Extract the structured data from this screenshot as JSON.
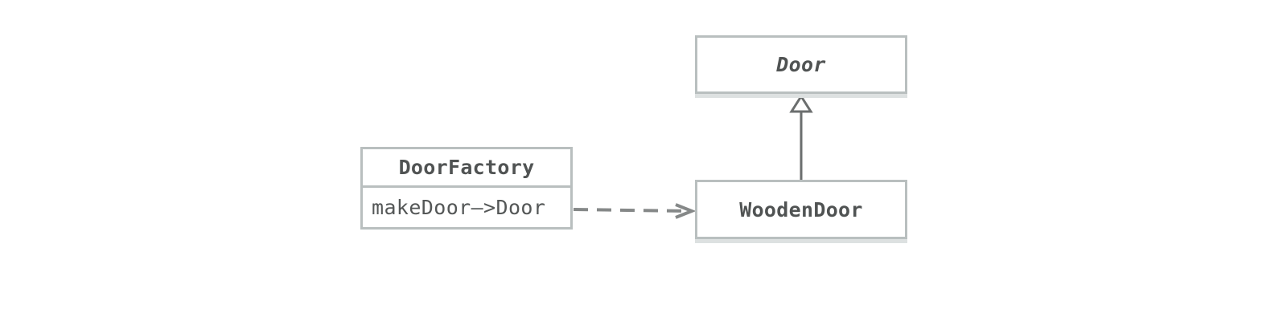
{
  "diagram": {
    "classes": {
      "door": {
        "name": "Door",
        "abstract": true
      },
      "wooden_door": {
        "name": "WoodenDoor"
      },
      "door_factory": {
        "name": "DoorFactory",
        "methods": [
          "makeDoor–>Door"
        ]
      }
    },
    "relations": [
      {
        "from": "WoodenDoor",
        "to": "Door",
        "kind": "generalization",
        "line": "solid",
        "arrowhead": "hollow-triangle"
      },
      {
        "from": "DoorFactory",
        "to": "WoodenDoor",
        "kind": "dependency",
        "line": "dashed",
        "arrowhead": "open"
      }
    ],
    "colors": {
      "box_border": "#b9bfbf",
      "box_shadow": "#dde1e1",
      "text": "#505353",
      "inheritance_line": "#6b6e6e",
      "dependency_line": "#858888"
    }
  }
}
